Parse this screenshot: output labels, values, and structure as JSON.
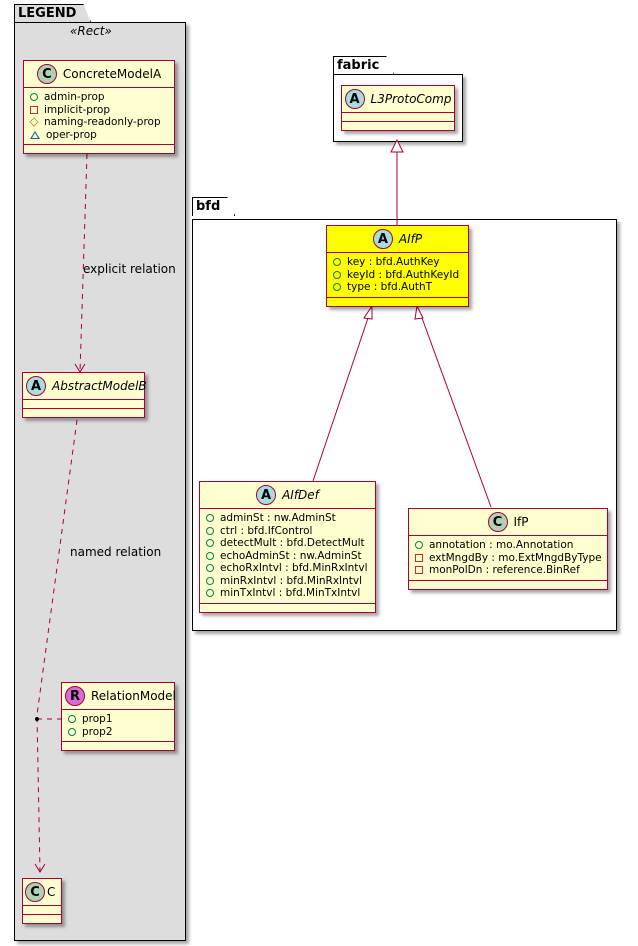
{
  "legend": {
    "title": "LEGEND",
    "stereotype": "«Rect»",
    "concrete_model": {
      "badge": "C",
      "name": "ConcreteModelA",
      "attributes": [
        {
          "visibility": "public",
          "text": "admin-prop"
        },
        {
          "visibility": "private",
          "text": "implicit-prop"
        },
        {
          "visibility": "protected",
          "text": "naming-readonly-prop"
        },
        {
          "visibility": "package",
          "text": "oper-prop"
        }
      ]
    },
    "abstract_model": {
      "badge": "A",
      "name": "AbstractModelB"
    },
    "relation_model": {
      "badge": "R",
      "name": "RelationModel",
      "attributes": [
        {
          "visibility": "public",
          "text": "prop1"
        },
        {
          "visibility": "public",
          "text": "prop2"
        }
      ]
    },
    "class_c": {
      "badge": "C",
      "name": "C"
    },
    "explicit_relation_label": "explicit relation",
    "named_relation_label": "named relation"
  },
  "fabric": {
    "title": "fabric",
    "l3protocomp": {
      "badge": "A",
      "name": "L3ProtoComp"
    }
  },
  "bfd": {
    "title": "bfd",
    "aifp": {
      "badge": "A",
      "name": "AIfP",
      "highlight_color": "#ffff00",
      "attributes": [
        {
          "visibility": "public",
          "text": "key : bfd.AuthKey"
        },
        {
          "visibility": "public",
          "text": "keyId : bfd.AuthKeyId"
        },
        {
          "visibility": "public",
          "text": "type : bfd.AuthT"
        }
      ]
    },
    "aifdef": {
      "badge": "A",
      "name": "AIfDef",
      "attributes": [
        {
          "visibility": "public",
          "text": "adminSt : nw.AdminSt"
        },
        {
          "visibility": "public",
          "text": "ctrl : bfd.IfControl"
        },
        {
          "visibility": "public",
          "text": "detectMult : bfd.DetectMult"
        },
        {
          "visibility": "public",
          "text": "echoAdminSt : nw.AdminSt"
        },
        {
          "visibility": "public",
          "text": "echoRxIntvl : bfd.MinRxIntvl"
        },
        {
          "visibility": "public",
          "text": "minRxIntvl : bfd.MinRxIntvl"
        },
        {
          "visibility": "public",
          "text": "minTxIntvl : bfd.MinTxIntvl"
        }
      ]
    },
    "ifp": {
      "badge": "C",
      "name": "IfP",
      "attributes": [
        {
          "visibility": "public",
          "text": "annotation : mo.Annotation"
        },
        {
          "visibility": "private",
          "text": "extMngdBy : mo.ExtMngdByType"
        },
        {
          "visibility": "private",
          "text": "monPolDn : reference.BinRef"
        }
      ]
    }
  },
  "colors": {
    "edge": "#a80036",
    "class_fill": "#fefece",
    "legend_fill": "#dddddd"
  }
}
